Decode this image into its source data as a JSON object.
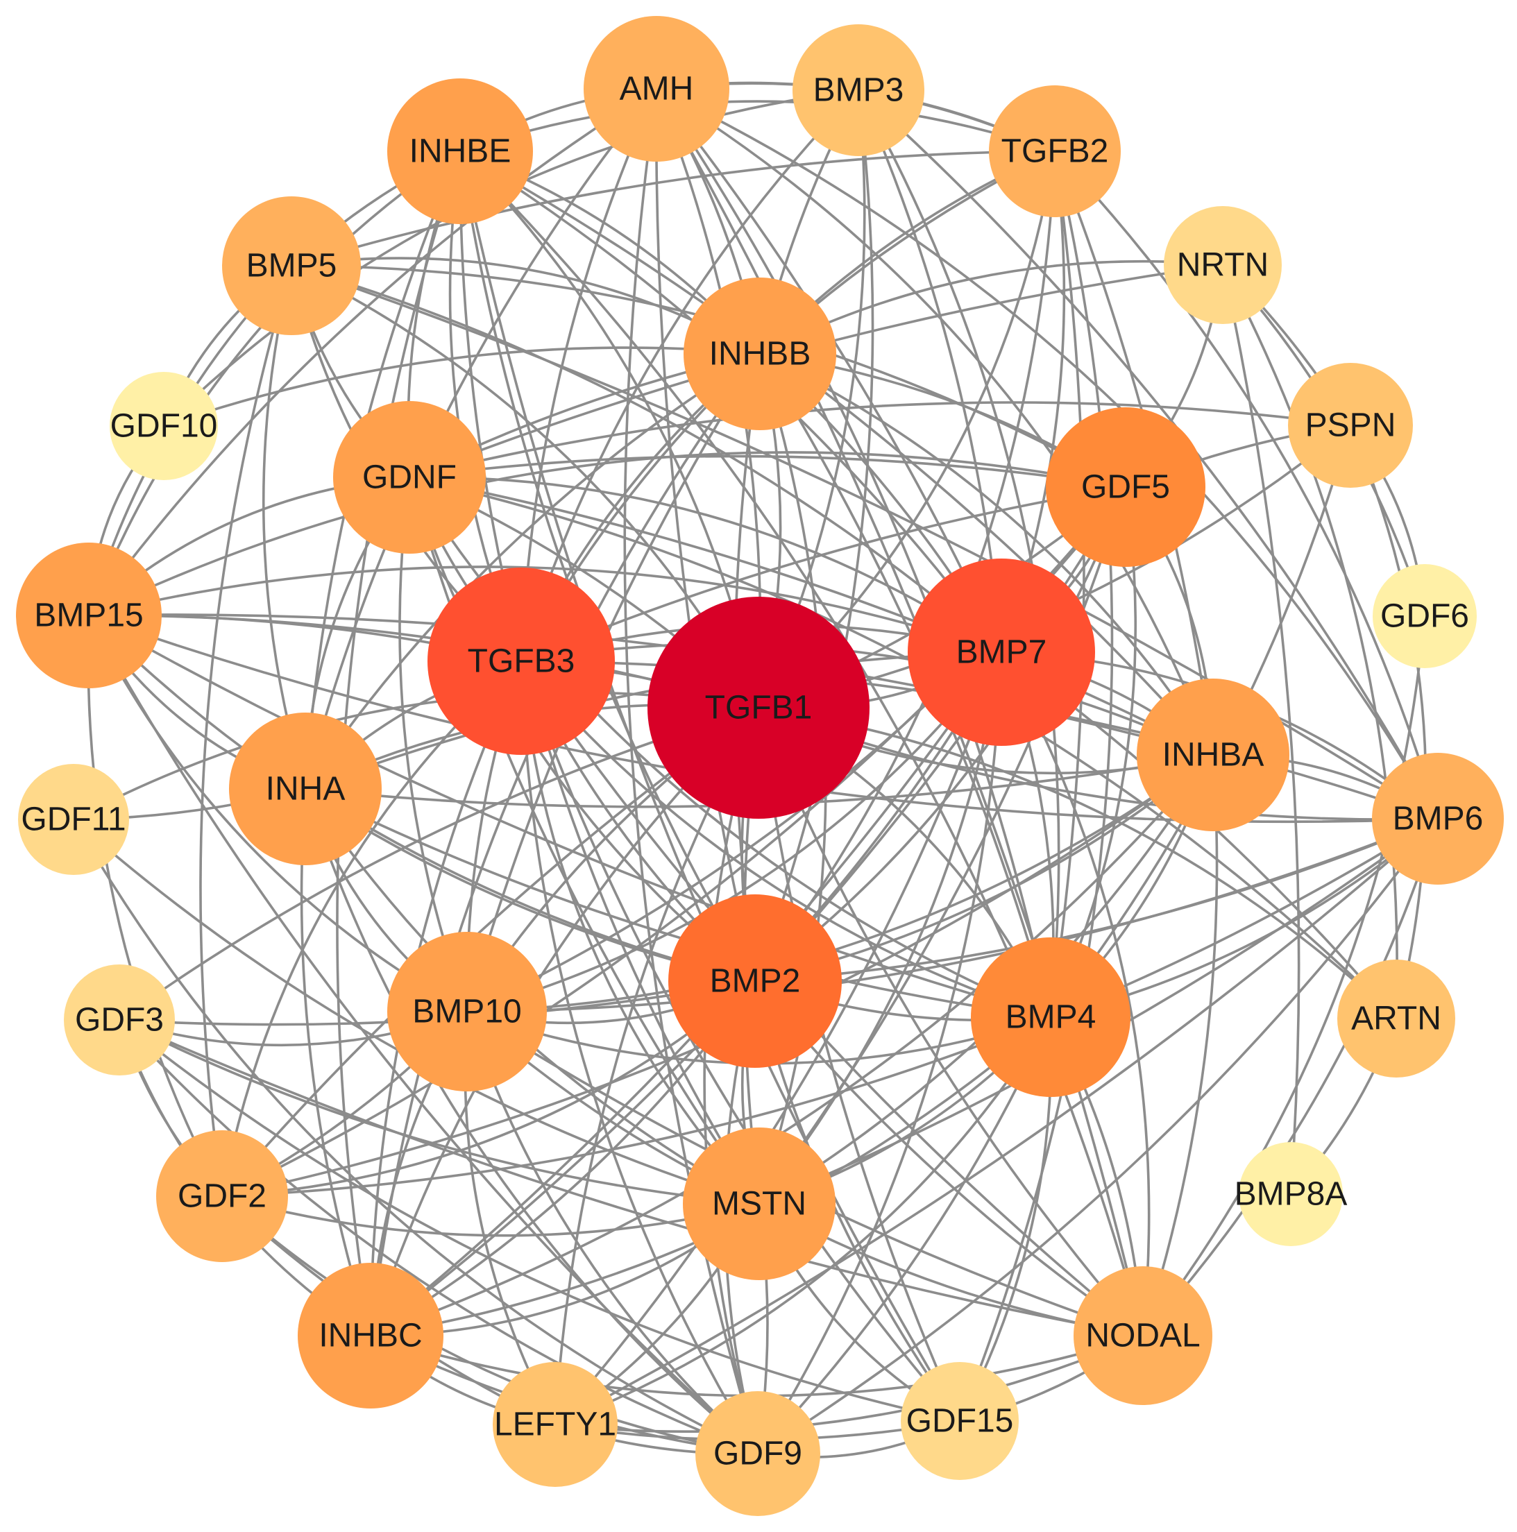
{
  "colors": {
    "background": "#ffffff",
    "edge": "#8c8c8c",
    "label": "#1a1a1a",
    "degree_scale": [
      "#fff0a6",
      "#ffd98a",
      "#ffc36e",
      "#ffb05c",
      "#ffa04c",
      "#ff8a38",
      "#ff6e2e",
      "#ff5030",
      "#d80027"
    ]
  },
  "network": {
    "nodes": [
      {
        "id": "TGFB1",
        "label": "TGFB1",
        "level": 8
      },
      {
        "id": "TGFB3",
        "label": "TGFB3",
        "level": 7
      },
      {
        "id": "BMP7",
        "label": "BMP7",
        "level": 7
      },
      {
        "id": "BMP2",
        "label": "BMP2",
        "level": 6
      },
      {
        "id": "GDF5",
        "label": "GDF5",
        "level": 5
      },
      {
        "id": "BMP4",
        "label": "BMP4",
        "level": 5
      },
      {
        "id": "INHBB",
        "label": "INHBB",
        "level": 4
      },
      {
        "id": "GDNF",
        "label": "GDNF",
        "level": 4
      },
      {
        "id": "INHBA",
        "label": "INHBA",
        "level": 4
      },
      {
        "id": "INHA",
        "label": "INHA",
        "level": 4
      },
      {
        "id": "BMP10",
        "label": "BMP10",
        "level": 4
      },
      {
        "id": "MSTN",
        "label": "MSTN",
        "level": 4
      },
      {
        "id": "INHBE",
        "label": "INHBE",
        "level": 4
      },
      {
        "id": "AMH",
        "label": "AMH",
        "level": 3
      },
      {
        "id": "BMP15",
        "label": "BMP15",
        "level": 4
      },
      {
        "id": "BMP5",
        "label": "BMP5",
        "level": 3
      },
      {
        "id": "INHBC",
        "label": "INHBC",
        "level": 4
      },
      {
        "id": "NODAL",
        "label": "NODAL",
        "level": 3
      },
      {
        "id": "TGFB2",
        "label": "TGFB2",
        "level": 3
      },
      {
        "id": "BMP3",
        "label": "BMP3",
        "level": 2
      },
      {
        "id": "BMP6",
        "label": "BMP6",
        "level": 3
      },
      {
        "id": "GDF2",
        "label": "GDF2",
        "level": 3
      },
      {
        "id": "GDF9",
        "label": "GDF9",
        "level": 2
      },
      {
        "id": "LEFTY1",
        "label": "LEFTY1",
        "level": 2
      },
      {
        "id": "GDF15",
        "label": "GDF15",
        "level": 1
      },
      {
        "id": "ARTN",
        "label": "ARTN",
        "level": 2
      },
      {
        "id": "PSPN",
        "label": "PSPN",
        "level": 2
      },
      {
        "id": "NRTN",
        "label": "NRTN",
        "level": 1
      },
      {
        "id": "GDF3",
        "label": "GDF3",
        "level": 1
      },
      {
        "id": "GDF11",
        "label": "GDF11",
        "level": 1
      },
      {
        "id": "GDF10",
        "label": "GDF10",
        "level": 0
      },
      {
        "id": "GDF6",
        "label": "GDF6",
        "level": 0
      },
      {
        "id": "BMP8A",
        "label": "BMP8A",
        "level": 0
      }
    ],
    "edges": [
      [
        "TGFB1",
        "TGFB3"
      ],
      [
        "TGFB1",
        "BMP7"
      ],
      [
        "TGFB1",
        "BMP2"
      ],
      [
        "TGFB1",
        "GDF5"
      ],
      [
        "TGFB1",
        "BMP4"
      ],
      [
        "TGFB1",
        "INHBB"
      ],
      [
        "TGFB1",
        "GDNF"
      ],
      [
        "TGFB1",
        "INHBA"
      ],
      [
        "TGFB1",
        "INHA"
      ],
      [
        "TGFB1",
        "BMP10"
      ],
      [
        "TGFB1",
        "MSTN"
      ],
      [
        "TGFB1",
        "INHBE"
      ],
      [
        "TGFB1",
        "AMH"
      ],
      [
        "TGFB1",
        "BMP15"
      ],
      [
        "TGFB1",
        "BMP5"
      ],
      [
        "TGFB1",
        "INHBC"
      ],
      [
        "TGFB1",
        "NODAL"
      ],
      [
        "TGFB1",
        "TGFB2"
      ],
      [
        "TGFB1",
        "BMP3"
      ],
      [
        "TGFB1",
        "BMP6"
      ],
      [
        "TGFB1",
        "GDF2"
      ],
      [
        "TGFB1",
        "GDF9"
      ],
      [
        "TGFB1",
        "LEFTY1"
      ],
      [
        "TGFB1",
        "GDF15"
      ],
      [
        "TGFB1",
        "ARTN"
      ],
      [
        "TGFB1",
        "PSPN"
      ],
      [
        "TGFB1",
        "GDF3"
      ],
      [
        "TGFB1",
        "GDF11"
      ],
      [
        "TGFB3",
        "BMP7"
      ],
      [
        "TGFB3",
        "BMP2"
      ],
      [
        "TGFB3",
        "GDF5"
      ],
      [
        "TGFB3",
        "BMP4"
      ],
      [
        "TGFB3",
        "INHBB"
      ],
      [
        "TGFB3",
        "GDNF"
      ],
      [
        "TGFB3",
        "INHBA"
      ],
      [
        "TGFB3",
        "INHA"
      ],
      [
        "TGFB3",
        "BMP10"
      ],
      [
        "TGFB3",
        "MSTN"
      ],
      [
        "TGFB3",
        "INHBE"
      ],
      [
        "TGFB3",
        "AMH"
      ],
      [
        "TGFB3",
        "BMP15"
      ],
      [
        "TGFB3",
        "BMP5"
      ],
      [
        "TGFB3",
        "INHBC"
      ],
      [
        "TGFB3",
        "NODAL"
      ],
      [
        "TGFB3",
        "TGFB2"
      ],
      [
        "TGFB3",
        "BMP3"
      ],
      [
        "TGFB3",
        "BMP6"
      ],
      [
        "TGFB3",
        "GDF2"
      ],
      [
        "TGFB3",
        "GDF9"
      ],
      [
        "TGFB3",
        "GDF15"
      ],
      [
        "BMP7",
        "BMP2"
      ],
      [
        "BMP7",
        "GDF5"
      ],
      [
        "BMP7",
        "BMP4"
      ],
      [
        "BMP7",
        "INHBB"
      ],
      [
        "BMP7",
        "GDNF"
      ],
      [
        "BMP7",
        "INHBA"
      ],
      [
        "BMP7",
        "INHA"
      ],
      [
        "BMP7",
        "BMP10"
      ],
      [
        "BMP7",
        "MSTN"
      ],
      [
        "BMP7",
        "INHBE"
      ],
      [
        "BMP7",
        "AMH"
      ],
      [
        "BMP7",
        "BMP15"
      ],
      [
        "BMP7",
        "BMP5"
      ],
      [
        "BMP7",
        "INHBC"
      ],
      [
        "BMP7",
        "NODAL"
      ],
      [
        "BMP7",
        "TGFB2"
      ],
      [
        "BMP7",
        "BMP3"
      ],
      [
        "BMP7",
        "BMP6"
      ],
      [
        "BMP7",
        "GDF9"
      ],
      [
        "BMP7",
        "LEFTY1"
      ],
      [
        "BMP7",
        "ARTN"
      ],
      [
        "BMP2",
        "GDF5"
      ],
      [
        "BMP2",
        "BMP4"
      ],
      [
        "BMP2",
        "INHBB"
      ],
      [
        "BMP2",
        "GDNF"
      ],
      [
        "BMP2",
        "INHBA"
      ],
      [
        "BMP2",
        "INHA"
      ],
      [
        "BMP2",
        "BMP10"
      ],
      [
        "BMP2",
        "MSTN"
      ],
      [
        "BMP2",
        "INHBE"
      ],
      [
        "BMP2",
        "AMH"
      ],
      [
        "BMP2",
        "BMP15"
      ],
      [
        "BMP2",
        "INHBC"
      ],
      [
        "BMP2",
        "NODAL"
      ],
      [
        "BMP2",
        "TGFB2"
      ],
      [
        "BMP2",
        "BMP3"
      ],
      [
        "BMP2",
        "BMP6"
      ],
      [
        "BMP2",
        "GDF2"
      ],
      [
        "BMP2",
        "GDF9"
      ],
      [
        "BMP2",
        "GDF15"
      ],
      [
        "BMP2",
        "GDF3"
      ],
      [
        "GDF5",
        "BMP4"
      ],
      [
        "GDF5",
        "INHBB"
      ],
      [
        "GDF5",
        "GDNF"
      ],
      [
        "GDF5",
        "INHBA"
      ],
      [
        "GDF5",
        "BMP10"
      ],
      [
        "GDF5",
        "MSTN"
      ],
      [
        "GDF5",
        "BMP15"
      ],
      [
        "GDF5",
        "BMP5"
      ],
      [
        "GDF5",
        "INHBC"
      ],
      [
        "GDF5",
        "PSPN"
      ],
      [
        "GDF5",
        "NRTN"
      ],
      [
        "GDF5",
        "GDF2"
      ],
      [
        "BMP4",
        "INHBB"
      ],
      [
        "BMP4",
        "GDNF"
      ],
      [
        "BMP4",
        "INHBA"
      ],
      [
        "BMP4",
        "INHA"
      ],
      [
        "BMP4",
        "BMP10"
      ],
      [
        "BMP4",
        "MSTN"
      ],
      [
        "BMP4",
        "AMH"
      ],
      [
        "BMP4",
        "BMP15"
      ],
      [
        "BMP4",
        "INHBC"
      ],
      [
        "BMP4",
        "NODAL"
      ],
      [
        "BMP4",
        "TGFB2"
      ],
      [
        "BMP4",
        "BMP3"
      ],
      [
        "BMP4",
        "BMP6"
      ],
      [
        "BMP4",
        "GDF9"
      ],
      [
        "BMP4",
        "LEFTY1"
      ],
      [
        "BMP4",
        "GDF15"
      ],
      [
        "BMP4",
        "PSPN"
      ],
      [
        "INHBB",
        "GDNF"
      ],
      [
        "INHBB",
        "INHBA"
      ],
      [
        "INHBB",
        "INHA"
      ],
      [
        "INHBB",
        "BMP10"
      ],
      [
        "INHBB",
        "MSTN"
      ],
      [
        "INHBB",
        "INHBE"
      ],
      [
        "INHBB",
        "AMH"
      ],
      [
        "INHBB",
        "BMP5"
      ],
      [
        "INHBB",
        "INHBC"
      ],
      [
        "INHBB",
        "TGFB2"
      ],
      [
        "INHBB",
        "BMP3"
      ],
      [
        "INHBB",
        "NRTN"
      ],
      [
        "INHBB",
        "GDF10"
      ],
      [
        "GDNF",
        "INHBA"
      ],
      [
        "GDNF",
        "INHA"
      ],
      [
        "GDNF",
        "BMP10"
      ],
      [
        "GDNF",
        "MSTN"
      ],
      [
        "GDNF",
        "BMP15"
      ],
      [
        "GDNF",
        "BMP5"
      ],
      [
        "GDNF",
        "PSPN"
      ],
      [
        "GDNF",
        "NRTN"
      ],
      [
        "GDNF",
        "ARTN"
      ],
      [
        "GDNF",
        "INHBE"
      ],
      [
        "INHBA",
        "INHA"
      ],
      [
        "INHBA",
        "BMP10"
      ],
      [
        "INHBA",
        "MSTN"
      ],
      [
        "INHBA",
        "INHBE"
      ],
      [
        "INHBA",
        "AMH"
      ],
      [
        "INHBA",
        "INHBC"
      ],
      [
        "INHBA",
        "NODAL"
      ],
      [
        "INHBA",
        "TGFB2"
      ],
      [
        "INHBA",
        "BMP6"
      ],
      [
        "INHBA",
        "GDF2"
      ],
      [
        "INHBA",
        "BMP15"
      ],
      [
        "INHA",
        "BMP10"
      ],
      [
        "INHA",
        "MSTN"
      ],
      [
        "INHA",
        "INHBE"
      ],
      [
        "INHA",
        "BMP15"
      ],
      [
        "INHA",
        "BMP5"
      ],
      [
        "INHA",
        "INHBC"
      ],
      [
        "INHA",
        "GDF11"
      ],
      [
        "INHA",
        "GDF9"
      ],
      [
        "INHA",
        "AMH"
      ],
      [
        "BMP10",
        "MSTN"
      ],
      [
        "BMP10",
        "BMP15"
      ],
      [
        "BMP10",
        "INHBC"
      ],
      [
        "BMP10",
        "GDF2"
      ],
      [
        "BMP10",
        "GDF3"
      ],
      [
        "BMP10",
        "GDF9"
      ],
      [
        "BMP10",
        "BMP6"
      ],
      [
        "BMP10",
        "NODAL"
      ],
      [
        "BMP10",
        "LEFTY1"
      ],
      [
        "MSTN",
        "GDF11"
      ],
      [
        "MSTN",
        "GDF9"
      ],
      [
        "MSTN",
        "GDF15"
      ],
      [
        "MSTN",
        "LEFTY1"
      ],
      [
        "MSTN",
        "NODAL"
      ],
      [
        "MSTN",
        "INHBC"
      ],
      [
        "MSTN",
        "GDF2"
      ],
      [
        "MSTN",
        "GDF3"
      ],
      [
        "MSTN",
        "BMP6"
      ],
      [
        "MSTN",
        "INHBE"
      ],
      [
        "INHBE",
        "AMH"
      ],
      [
        "INHBE",
        "BMP5"
      ],
      [
        "INHBE",
        "BMP15"
      ],
      [
        "INHBE",
        "INHBC"
      ],
      [
        "INHBE",
        "GDF15"
      ],
      [
        "INHBE",
        "TGFB2"
      ],
      [
        "INHBE",
        "NODAL"
      ],
      [
        "AMH",
        "BMP15"
      ],
      [
        "AMH",
        "BMP3"
      ],
      [
        "AMH",
        "TGFB2"
      ],
      [
        "AMH",
        "GDF9"
      ],
      [
        "AMH",
        "NODAL"
      ],
      [
        "AMH",
        "BMP6"
      ],
      [
        "BMP15",
        "BMP5"
      ],
      [
        "BMP15",
        "GDF9"
      ],
      [
        "BMP15",
        "GDF10"
      ],
      [
        "BMP15",
        "GDF2"
      ],
      [
        "BMP15",
        "BMP6"
      ],
      [
        "BMP5",
        "BMP6"
      ],
      [
        "BMP5",
        "GDF10"
      ],
      [
        "BMP5",
        "GDF2"
      ],
      [
        "BMP5",
        "TGFB2"
      ],
      [
        "INHBC",
        "NODAL"
      ],
      [
        "INHBC",
        "LEFTY1"
      ],
      [
        "INHBC",
        "GDF9"
      ],
      [
        "INHBC",
        "GDF3"
      ],
      [
        "NODAL",
        "LEFTY1"
      ],
      [
        "NODAL",
        "GDF15"
      ],
      [
        "NODAL",
        "GDF3"
      ],
      [
        "NODAL",
        "GDF6"
      ],
      [
        "NODAL",
        "BMP6"
      ],
      [
        "TGFB2",
        "BMP3"
      ],
      [
        "TGFB2",
        "GDF15"
      ],
      [
        "TGFB2",
        "BMP6"
      ],
      [
        "BMP3",
        "BMP6"
      ],
      [
        "BMP3",
        "GDF10"
      ],
      [
        "BMP6",
        "GDF2"
      ],
      [
        "BMP6",
        "GDF9"
      ],
      [
        "BMP6",
        "LEFTY1"
      ],
      [
        "GDF2",
        "GDF9"
      ],
      [
        "GDF2",
        "GDF3"
      ],
      [
        "GDF2",
        "LEFTY1"
      ],
      [
        "GDF9",
        "GDF15"
      ],
      [
        "GDF9",
        "GDF3"
      ],
      [
        "GDF9",
        "LEFTY1"
      ],
      [
        "ARTN",
        "PSPN"
      ],
      [
        "ARTN",
        "NRTN"
      ],
      [
        "ARTN",
        "BMP8A"
      ],
      [
        "PSPN",
        "NRTN"
      ],
      [
        "PSPN",
        "GDF6"
      ],
      [
        "NRTN",
        "GDF6"
      ],
      [
        "NRTN",
        "BMP8A"
      ],
      [
        "GDF11",
        "GDF9"
      ],
      [
        "GDF3",
        "GDF15"
      ],
      [
        "LEFTY1",
        "GDF15"
      ]
    ]
  }
}
